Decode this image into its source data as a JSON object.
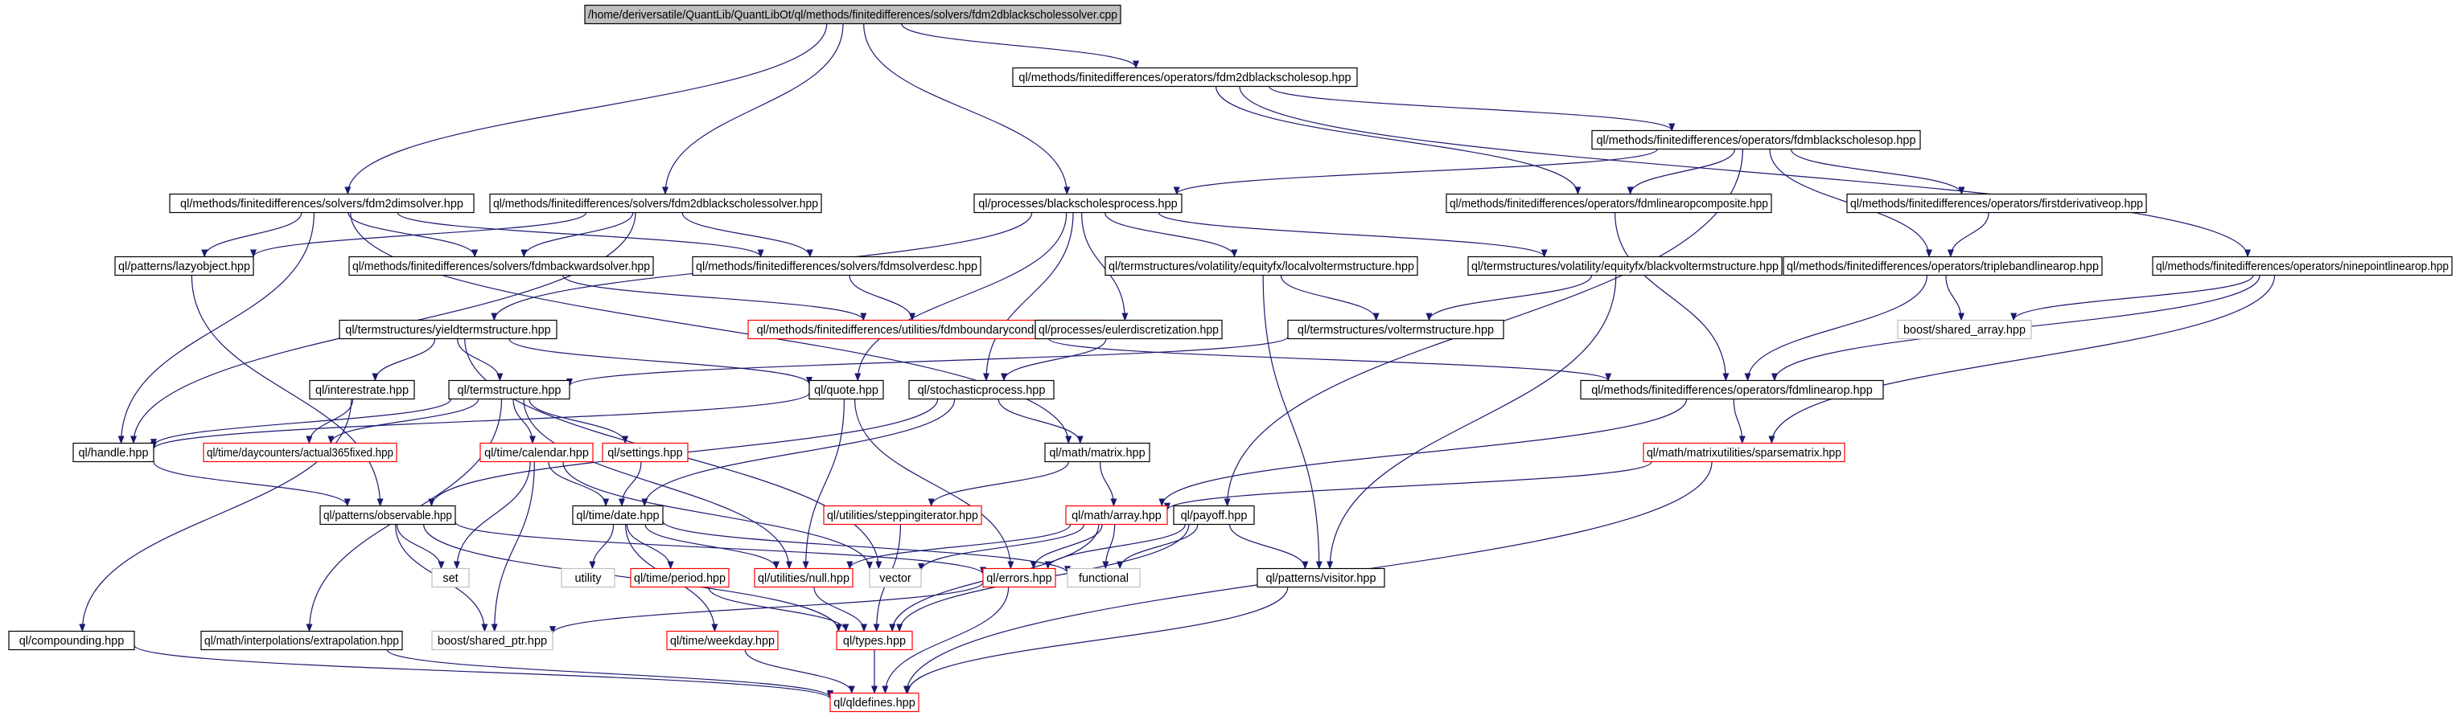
{
  "colors": {
    "background": "#ffffff",
    "root_fill": "#bfbfbf",
    "node_border": "#000000",
    "missing_border": "#ff0000",
    "external_border": "#bfbfbf",
    "edge": "#191970",
    "text": "#000000"
  },
  "nodes": [
    {
      "id": "root",
      "label": "/home/deriversatile/QuantLib/QuantLibOt/ql/methods/finitedifferences/solvers/fdm2dblackscholessolver.cpp",
      "style": "root"
    },
    {
      "id": "fdm2dbsop",
      "label": "ql/methods/finitedifferences/operators/fdm2dblackscholesop.hpp",
      "style": "normal"
    },
    {
      "id": "fdmbsop",
      "label": "ql/methods/finitedifferences/operators/fdmblackscholesop.hpp",
      "style": "normal"
    },
    {
      "id": "fdm2dimsolver",
      "label": "ql/methods/finitedifferences/solvers/fdm2dimsolver.hpp",
      "style": "normal"
    },
    {
      "id": "fdm2dbssolver",
      "label": "ql/methods/finitedifferences/solvers/fdm2dblackscholessolver.hpp",
      "style": "normal"
    },
    {
      "id": "bsprocess",
      "label": "ql/processes/blackscholesprocess.hpp",
      "style": "normal"
    },
    {
      "id": "fdmlincomp",
      "label": "ql/methods/finitedifferences/operators/fdmlinearopcomposite.hpp",
      "style": "normal"
    },
    {
      "id": "firstderiv",
      "label": "ql/methods/finitedifferences/operators/firstderivativeop.hpp",
      "style": "normal"
    },
    {
      "id": "lazyobject",
      "label": "ql/patterns/lazyobject.hpp",
      "style": "normal"
    },
    {
      "id": "backwardsolver",
      "label": "ql/methods/finitedifferences/solvers/fdmbackwardsolver.hpp",
      "style": "normal"
    },
    {
      "id": "solverdesc",
      "label": "ql/methods/finitedifferences/solvers/fdmsolverdesc.hpp",
      "style": "normal"
    },
    {
      "id": "localvol",
      "label": "ql/termstructures/volatility/equityfx/localvoltermstructure.hpp",
      "style": "normal"
    },
    {
      "id": "blackvol",
      "label": "ql/termstructures/volatility/equityfx/blackvoltermstructure.hpp",
      "style": "normal"
    },
    {
      "id": "triband",
      "label": "ql/methods/finitedifferences/operators/triplebandlinearop.hpp",
      "style": "normal"
    },
    {
      "id": "ninepoint",
      "label": "ql/methods/finitedifferences/operators/ninepointlinearop.hpp",
      "style": "normal"
    },
    {
      "id": "yieldts",
      "label": "ql/termstructures/yieldtermstructure.hpp",
      "style": "normal"
    },
    {
      "id": "bcset",
      "label": "ql/methods/finitedifferences/utilities/fdmboundaryconditionset.hpp",
      "style": "missing"
    },
    {
      "id": "eulerdisc",
      "label": "ql/processes/eulerdiscretization.hpp",
      "style": "normal"
    },
    {
      "id": "volts",
      "label": "ql/termstructures/voltermstructure.hpp",
      "style": "normal"
    },
    {
      "id": "sharedarray",
      "label": "boost/shared_array.hpp",
      "style": "external"
    },
    {
      "id": "interestrate",
      "label": "ql/interestrate.hpp",
      "style": "normal"
    },
    {
      "id": "termstructure",
      "label": "ql/termstructure.hpp",
      "style": "normal"
    },
    {
      "id": "quote",
      "label": "ql/quote.hpp",
      "style": "normal"
    },
    {
      "id": "stochproc",
      "label": "ql/stochasticprocess.hpp",
      "style": "normal"
    },
    {
      "id": "fdmlinop",
      "label": "ql/methods/finitedifferences/operators/fdmlinearop.hpp",
      "style": "normal"
    },
    {
      "id": "handle",
      "label": "ql/handle.hpp",
      "style": "normal"
    },
    {
      "id": "actual365",
      "label": "ql/time/daycounters/actual365fixed.hpp",
      "style": "missing"
    },
    {
      "id": "calendar",
      "label": "ql/time/calendar.hpp",
      "style": "missing"
    },
    {
      "id": "settings",
      "label": "ql/settings.hpp",
      "style": "missing"
    },
    {
      "id": "matrix",
      "label": "ql/math/matrix.hpp",
      "style": "normal"
    },
    {
      "id": "sparsematrix",
      "label": "ql/math/matrixutilities/sparsematrix.hpp",
      "style": "missing"
    },
    {
      "id": "observable",
      "label": "ql/patterns/observable.hpp",
      "style": "normal"
    },
    {
      "id": "date",
      "label": "ql/time/date.hpp",
      "style": "normal"
    },
    {
      "id": "stepiter",
      "label": "ql/utilities/steppingiterator.hpp",
      "style": "missing"
    },
    {
      "id": "array",
      "label": "ql/math/array.hpp",
      "style": "missing"
    },
    {
      "id": "payoff",
      "label": "ql/payoff.hpp",
      "style": "normal"
    },
    {
      "id": "set",
      "label": "set",
      "style": "external"
    },
    {
      "id": "utility",
      "label": "utility",
      "style": "external"
    },
    {
      "id": "period",
      "label": "ql/time/period.hpp",
      "style": "missing"
    },
    {
      "id": "nullh",
      "label": "ql/utilities/null.hpp",
      "style": "missing"
    },
    {
      "id": "vector",
      "label": "vector",
      "style": "external"
    },
    {
      "id": "errors",
      "label": "ql/errors.hpp",
      "style": "missing"
    },
    {
      "id": "functional",
      "label": "functional",
      "style": "external"
    },
    {
      "id": "visitor",
      "label": "ql/patterns/visitor.hpp",
      "style": "normal"
    },
    {
      "id": "compounding",
      "label": "ql/compounding.hpp",
      "style": "normal"
    },
    {
      "id": "extrapolation",
      "label": "ql/math/interpolations/extrapolation.hpp",
      "style": "normal"
    },
    {
      "id": "sharedptr",
      "label": "boost/shared_ptr.hpp",
      "style": "external"
    },
    {
      "id": "weekday",
      "label": "ql/time/weekday.hpp",
      "style": "missing"
    },
    {
      "id": "types",
      "label": "ql/types.hpp",
      "style": "missing"
    },
    {
      "id": "qldefines",
      "label": "ql/qldefines.hpp",
      "style": "missing"
    }
  ],
  "edges": [
    [
      "root",
      "fdm2dbsop"
    ],
    [
      "root",
      "fdm2dimsolver"
    ],
    [
      "root",
      "fdm2dbssolver"
    ],
    [
      "root",
      "bsprocess"
    ],
    [
      "fdm2dbsop",
      "fdmbsop"
    ],
    [
      "fdm2dbsop",
      "fdmlincomp"
    ],
    [
      "fdm2dbsop",
      "ninepoint"
    ],
    [
      "fdmbsop",
      "bsprocess"
    ],
    [
      "fdmbsop",
      "fdmlincomp"
    ],
    [
      "fdmbsop",
      "firstderiv"
    ],
    [
      "fdmbsop",
      "triband"
    ],
    [
      "fdmbsop",
      "payoff"
    ],
    [
      "fdm2dimsolver",
      "lazyobject"
    ],
    [
      "fdm2dimsolver",
      "backwardsolver"
    ],
    [
      "fdm2dimsolver",
      "solverdesc"
    ],
    [
      "fdm2dimsolver",
      "handle"
    ],
    [
      "fdm2dimsolver",
      "matrix"
    ],
    [
      "fdm2dbssolver",
      "lazyobject"
    ],
    [
      "fdm2dbssolver",
      "backwardsolver"
    ],
    [
      "fdm2dbssolver",
      "solverdesc"
    ],
    [
      "fdm2dbssolver",
      "handle"
    ],
    [
      "bsprocess",
      "yieldts"
    ],
    [
      "bsprocess",
      "eulerdisc"
    ],
    [
      "bsprocess",
      "localvol"
    ],
    [
      "bsprocess",
      "blackvol"
    ],
    [
      "bsprocess",
      "quote"
    ],
    [
      "bsprocess",
      "stochproc"
    ],
    [
      "fdmlincomp",
      "fdmlinop"
    ],
    [
      "firstderiv",
      "triband"
    ],
    [
      "triband",
      "fdmlinop"
    ],
    [
      "triband",
      "sharedarray"
    ],
    [
      "ninepoint",
      "fdmlinop"
    ],
    [
      "ninepoint",
      "sharedarray"
    ],
    [
      "ninepoint",
      "sparsematrix"
    ],
    [
      "lazyobject",
      "observable"
    ],
    [
      "backwardsolver",
      "bcset"
    ],
    [
      "solverdesc",
      "bcset"
    ],
    [
      "bcset",
      "fdmlinop"
    ],
    [
      "localvol",
      "volts"
    ],
    [
      "localvol",
      "visitor"
    ],
    [
      "blackvol",
      "volts"
    ],
    [
      "blackvol",
      "visitor"
    ],
    [
      "volts",
      "termstructure"
    ],
    [
      "yieldts",
      "interestrate"
    ],
    [
      "yieldts",
      "termstructure"
    ],
    [
      "yieldts",
      "quote"
    ],
    [
      "yieldts",
      "vector"
    ],
    [
      "eulerdisc",
      "stochproc"
    ],
    [
      "interestrate",
      "compounding"
    ],
    [
      "interestrate",
      "actual365"
    ],
    [
      "termstructure",
      "handle"
    ],
    [
      "termstructure",
      "actual365"
    ],
    [
      "termstructure",
      "calendar"
    ],
    [
      "termstructure",
      "settings"
    ],
    [
      "termstructure",
      "nullh"
    ],
    [
      "termstructure",
      "extrapolation"
    ],
    [
      "quote",
      "handle"
    ],
    [
      "quote",
      "nullh"
    ],
    [
      "quote",
      "errors"
    ],
    [
      "stochproc",
      "matrix"
    ],
    [
      "stochproc",
      "observable"
    ],
    [
      "stochproc",
      "date"
    ],
    [
      "fdmlinop",
      "sparsematrix"
    ],
    [
      "fdmlinop",
      "array"
    ],
    [
      "handle",
      "observable"
    ],
    [
      "calendar",
      "date"
    ],
    [
      "calendar",
      "set"
    ],
    [
      "calendar",
      "vector"
    ],
    [
      "calendar",
      "sharedptr"
    ],
    [
      "settings",
      "date"
    ],
    [
      "matrix",
      "array"
    ],
    [
      "matrix",
      "stepiter"
    ],
    [
      "sparsematrix",
      "array"
    ],
    [
      "sparsematrix",
      "qldefines"
    ],
    [
      "observable",
      "set"
    ],
    [
      "observable",
      "sharedptr"
    ],
    [
      "observable",
      "errors"
    ],
    [
      "observable",
      "types"
    ],
    [
      "date",
      "utility"
    ],
    [
      "date",
      "period"
    ],
    [
      "date",
      "nullh"
    ],
    [
      "date",
      "weekday"
    ],
    [
      "date",
      "functional"
    ],
    [
      "stepiter",
      "types"
    ],
    [
      "array",
      "errors"
    ],
    [
      "array",
      "functional"
    ],
    [
      "array",
      "types"
    ],
    [
      "array",
      "vector"
    ],
    [
      "array",
      "nullh"
    ],
    [
      "payoff",
      "errors"
    ],
    [
      "payoff",
      "functional"
    ],
    [
      "payoff",
      "visitor"
    ],
    [
      "payoff",
      "types"
    ],
    [
      "period",
      "types"
    ],
    [
      "nullh",
      "types"
    ],
    [
      "errors",
      "sharedptr"
    ],
    [
      "errors",
      "qldefines"
    ],
    [
      "visitor",
      "qldefines"
    ],
    [
      "compounding",
      "qldefines"
    ],
    [
      "extrapolation",
      "qldefines"
    ],
    [
      "weekday",
      "qldefines"
    ],
    [
      "types",
      "qldefines"
    ]
  ]
}
